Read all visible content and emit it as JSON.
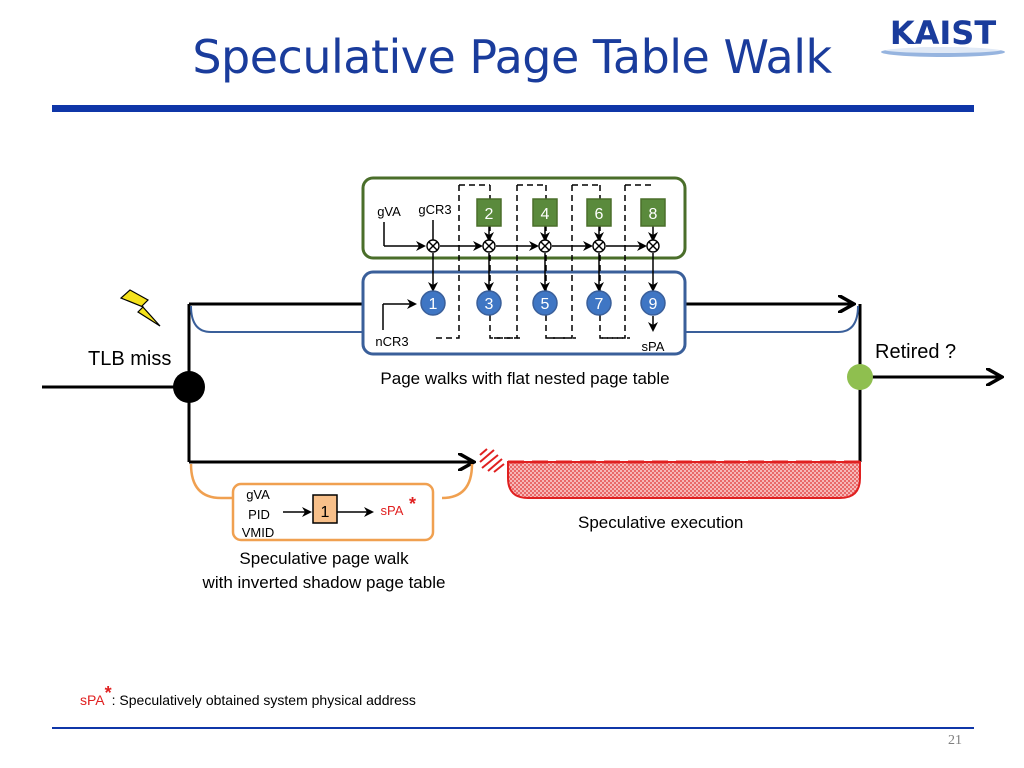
{
  "slide": {
    "title": "Speculative Page Table Walk",
    "logo_text": "KAIST",
    "page_number": "21"
  },
  "diagram": {
    "tlb_miss": "TLB miss",
    "retired": "Retired ?",
    "flat": {
      "caption": "Page walks with flat nested page table",
      "gva": "gVA",
      "gcr3": "gCR3",
      "ncr3": "nCR3",
      "spa": "sPA",
      "green_steps": [
        "2",
        "4",
        "6",
        "8"
      ],
      "blue_steps": [
        "1",
        "3",
        "5",
        "7",
        "9"
      ]
    },
    "shadow": {
      "caption_line1": "Speculative page walk",
      "caption_line2": "with inverted shadow page table",
      "gva": "gVA",
      "pid": "PID",
      "vmid": "VMID",
      "step": "1",
      "spa": "sPA",
      "star": "*"
    },
    "speculative_execution": "Speculative execution"
  },
  "footnote": {
    "term": "sPA",
    "star": "*",
    "text": ": Speculatively obtained system physical address"
  },
  "colors": {
    "title": "#1a3c9c",
    "rule": "#0f36a8",
    "green_box": "#5a8a3c",
    "green_border": "#4a6e2a",
    "blue_circle": "#3f76c4",
    "blue_border": "#3a5f9a",
    "orange_border": "#f0a050",
    "orange_fill": "#f8c08a",
    "red": "#e02020",
    "retired_dot": "#8fbf4f"
  }
}
